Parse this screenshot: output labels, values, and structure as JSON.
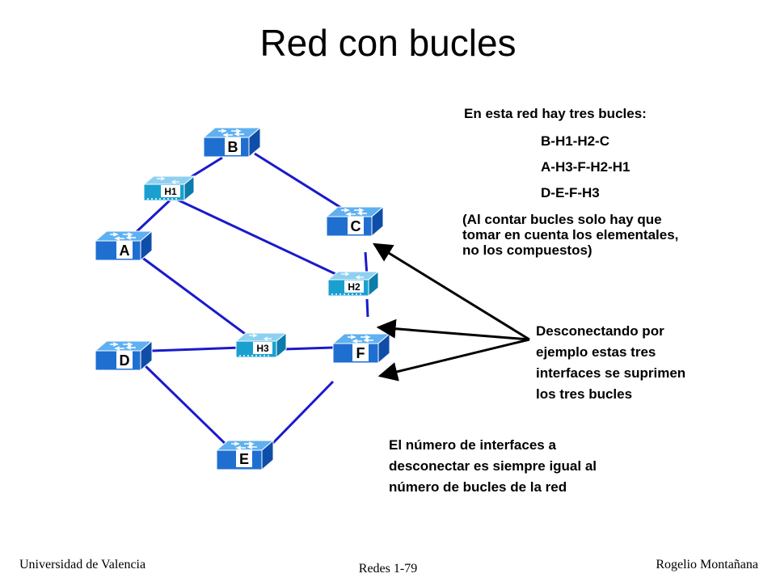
{
  "title": "Red con bucles",
  "nodes": {
    "A": "A",
    "B": "B",
    "C": "C",
    "D": "D",
    "E": "E",
    "F": "F",
    "H1": "H1",
    "H2": "H2",
    "H3": "H3"
  },
  "loops": {
    "heading": "En esta red hay tres bucles:",
    "items": [
      "B-H1-H2-C",
      "A-H3-F-H2-H1",
      "D-E-F-H3"
    ],
    "note_lines": [
      "(Al contar bucles solo hay que",
      "tomar en cuenta los elementales,",
      "no los compuestos)"
    ]
  },
  "disconnect_lines": [
    "Desconectando por",
    "ejemplo estas tres",
    "interfaces  se suprimen",
    "los tres bucles"
  ],
  "count_lines": [
    "El número de interfaces a",
    "desconectar es siempre igual al",
    "número de bucles de la red"
  ],
  "footer": {
    "left": "Universidad de Valencia",
    "center": "Redes 1-79",
    "right": "Rogelio Montañana"
  },
  "colors": {
    "link": "#1a1acc",
    "switch_big": "#1f6fd0",
    "switch_small": "#1aa0d0",
    "arrow": "#000000"
  }
}
